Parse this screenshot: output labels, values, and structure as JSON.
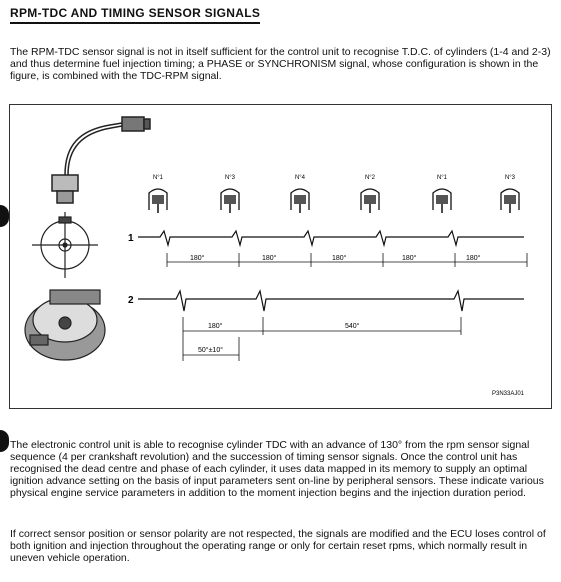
{
  "page": {
    "title": "RPM-TDC AND TIMING SENSOR SIGNALS",
    "paragraphs": [
      "The RPM-TDC sensor signal is not in itself sufficient for the control unit to recognise T.D.C. of cylinders (1-4 and 2-3) and thus determine fuel injection timing; a PHASE or SYNCHRONISM signal, whose configuration is shown in the figure, is combined with the TDC-RPM signal.",
      "The electronic control unit is able to recognise cylinder TDC with an advance of 130° from the rpm sensor signal sequence (4 per crankshaft revolution) and the succession of timing sensor signals. Once the control unit has recognised the dead centre and phase of each cylinder, it uses data mapped in its memory to supply an optimal ignition advance setting on the basis of input parameters sent on-line by peripheral sensors. These indicate various physical engine service parameters in addition to the moment injection begins and the injection duration period.",
      "If correct sensor position or sensor polarity are not respected, the signals are modified and the ECU loses control of both ignition and injection throughout the operating range or only for certain reset rpms, which normally result in uneven vehicle operation."
    ]
  },
  "figure": {
    "cylinders": [
      "N°1",
      "N°3",
      "N°4",
      "N°2",
      "N°1",
      "N°3"
    ],
    "trace_labels": [
      "1",
      "2"
    ],
    "trace1_intervals": [
      "180°",
      "180°",
      "180°",
      "180°",
      "180°"
    ],
    "trace2_intervals": [
      "180°",
      "540°"
    ],
    "advance_label": "50°±10°",
    "ref_code": "P3N33AJ01"
  }
}
